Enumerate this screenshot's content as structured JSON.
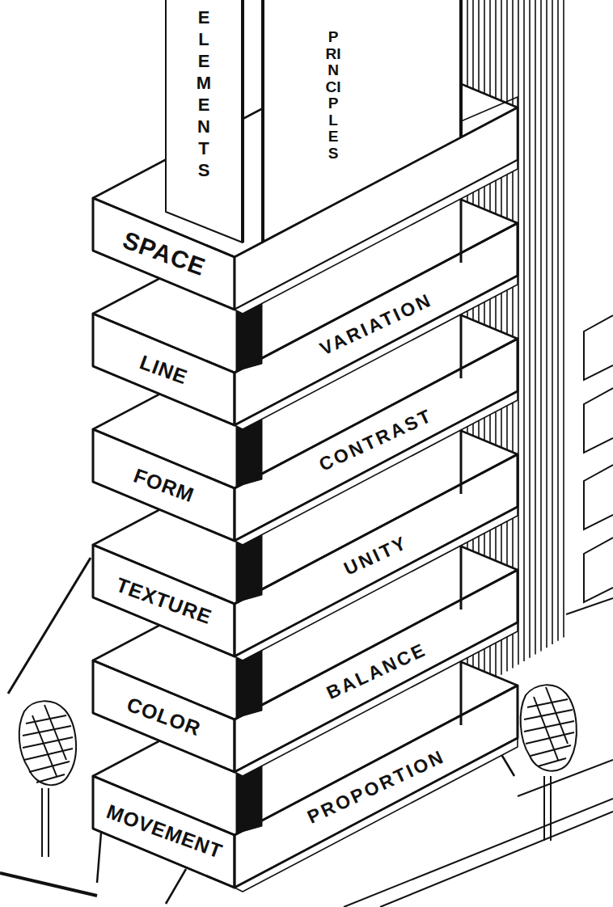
{
  "diagram": {
    "nodes": [
      {
        "text": [
          "SPACE"
        ]
      },
      {
        "text": [
          "LINE"
        ]
      },
      {
        "text": [
          "VARIATION"
        ]
      },
      {
        "text": [
          "FORM"
        ]
      },
      {
        "text": [
          "CONTRAST"
        ]
      },
      {
        "text": [
          "TEXTURE"
        ]
      },
      {
        "text": [
          "UNITY"
        ]
      },
      {
        "text": [
          "COLOR"
        ]
      },
      {
        "text": [
          "BALANCE"
        ]
      },
      {
        "text": [
          "MOVEMENT"
        ]
      },
      {
        "text": [
          "PROPORTION"
        ]
      }
    ],
    "labels": [
      "ELEMENTS",
      "PRINCIPLES"
    ]
  }
}
